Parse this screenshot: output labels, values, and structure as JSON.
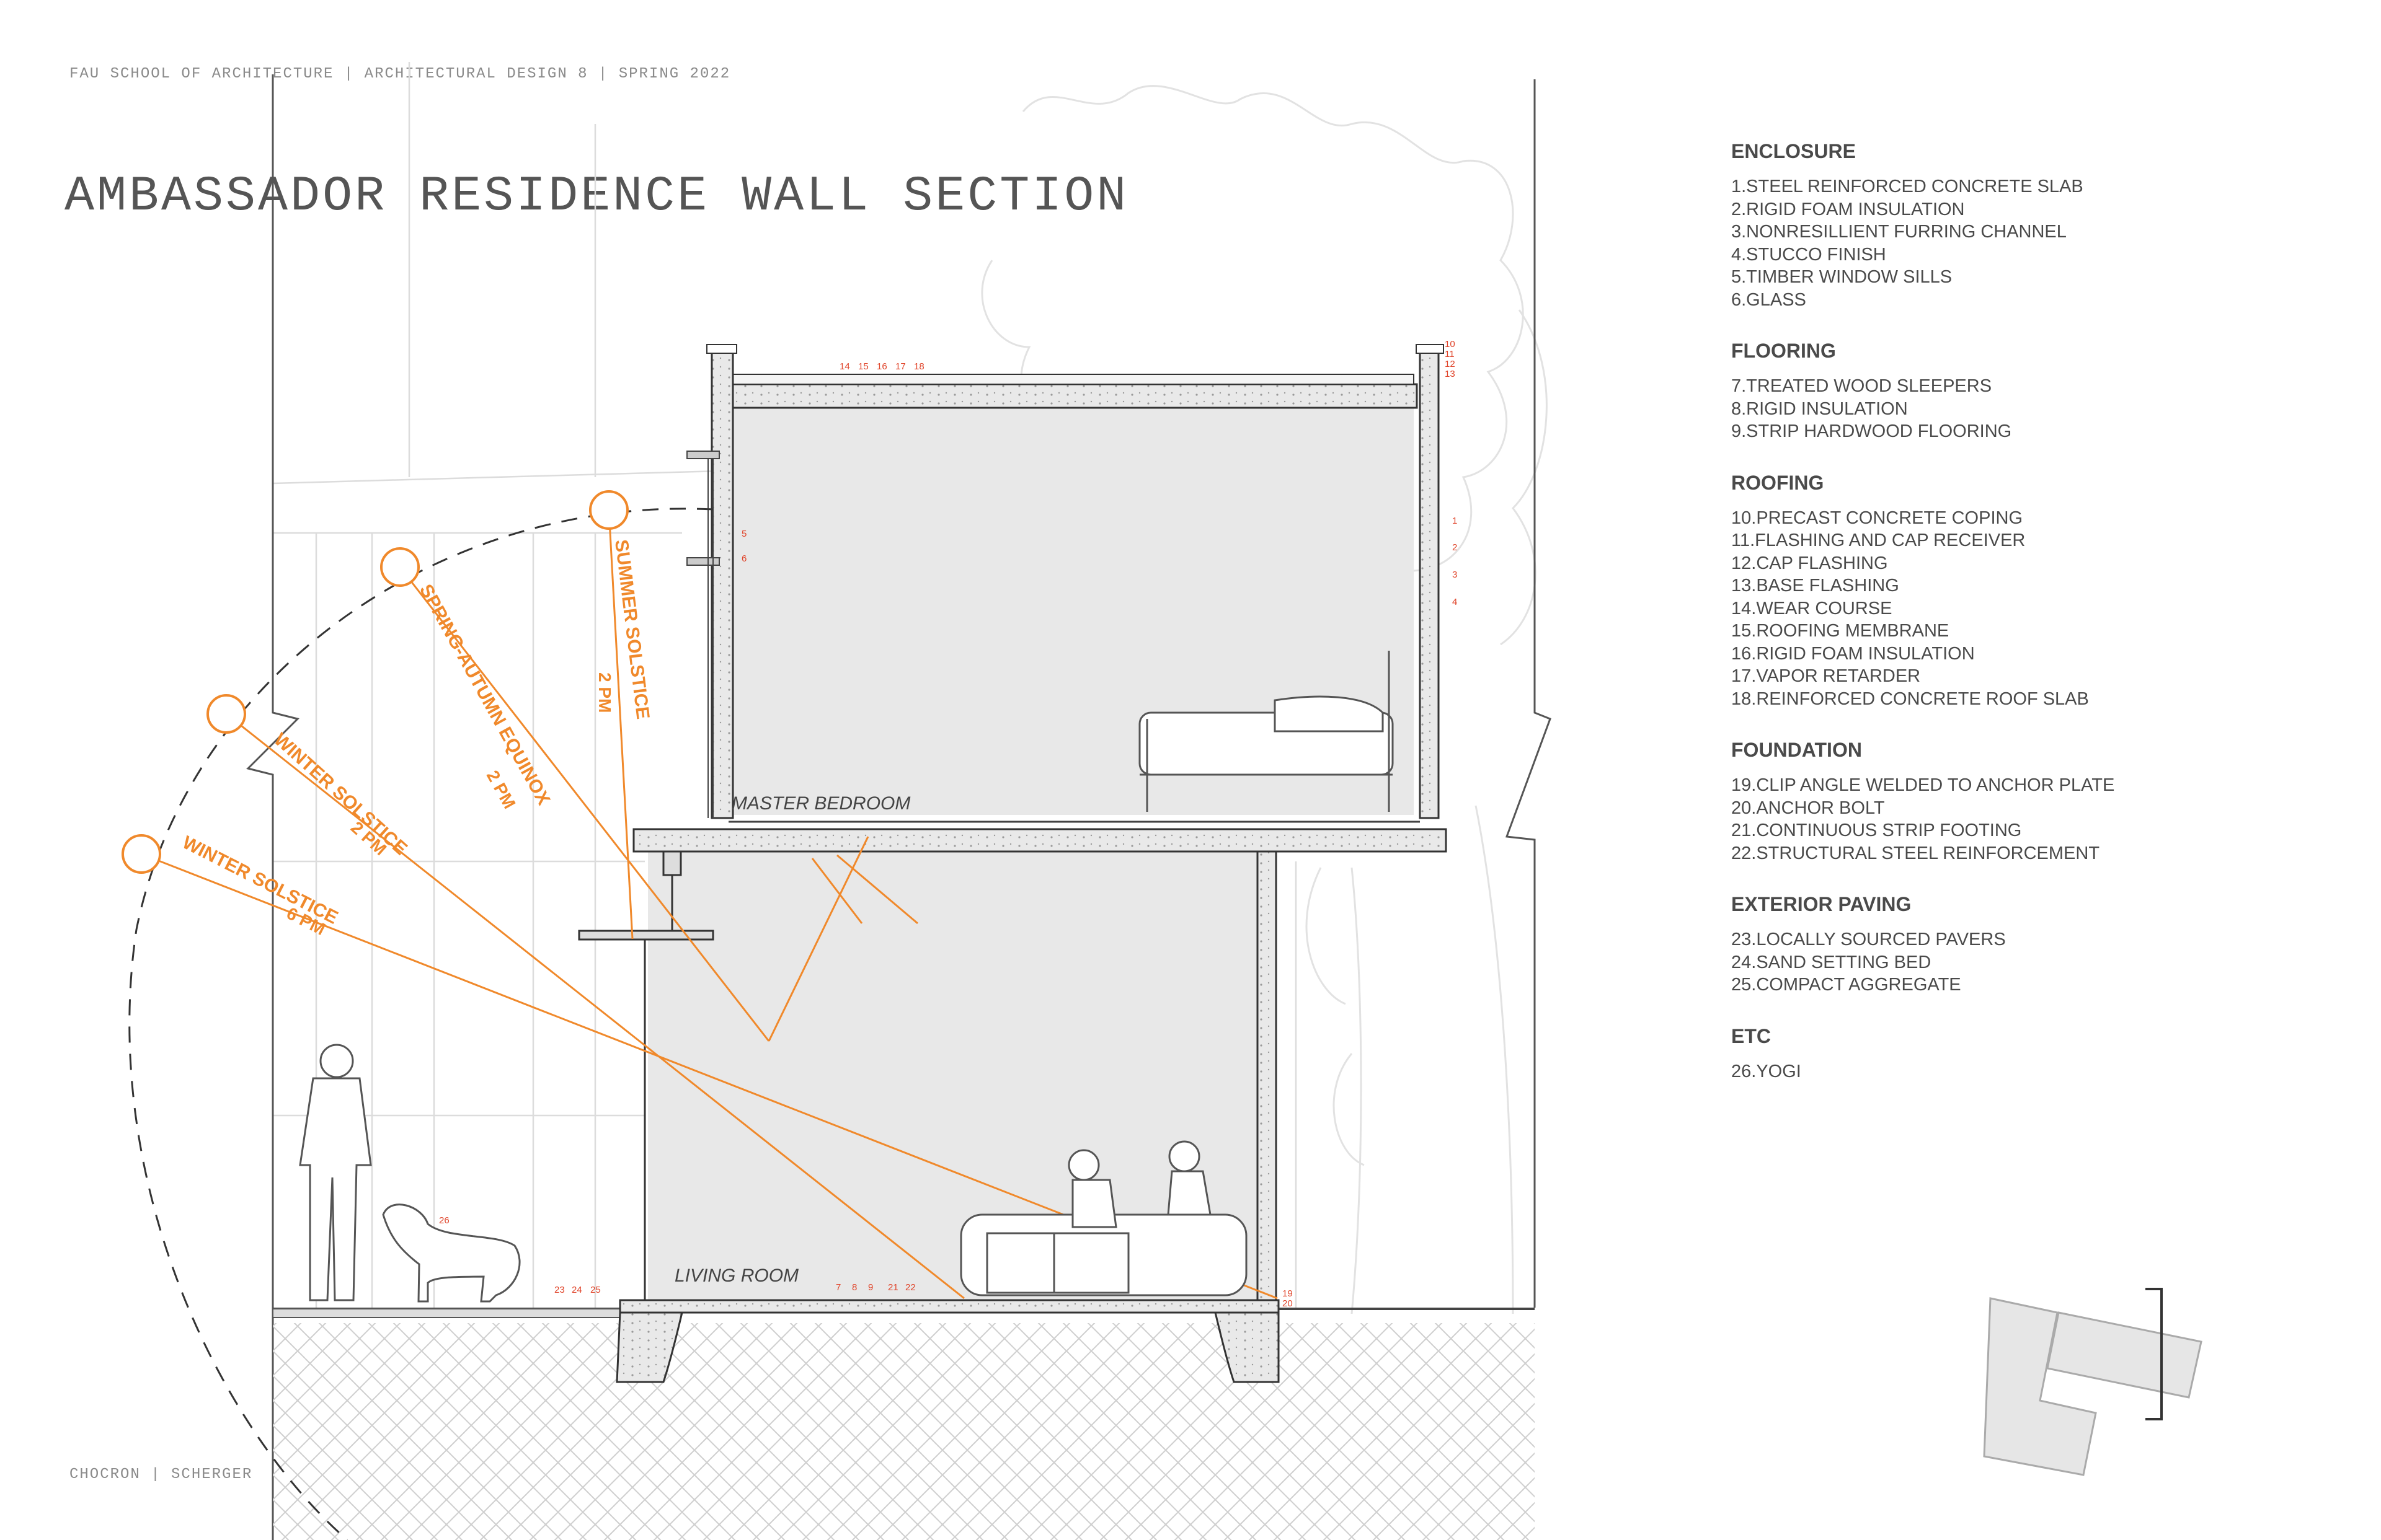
{
  "header": "FAU SCHOOL OF ARCHITECTURE | ARCHITECTURAL DESIGN 8 | SPRING 2022",
  "title": "AMBASSADOR RESIDENCE WALL SECTION",
  "authors": "CHOCRON | SCHERGER",
  "colors": {
    "accent": "#f0892b",
    "ink": "#333333",
    "fill": "#e6e6e6",
    "ground_hatch": "#c9c9c9"
  },
  "rooms": {
    "upper": "MASTER BEDROOM",
    "lower": "LIVING ROOM"
  },
  "sun_paths": [
    {
      "name": "SUMMER SOLSTICE",
      "time": "2 PM"
    },
    {
      "name": "SPRING-AUTUMN EQUINOX",
      "time": "2 PM"
    },
    {
      "name": "WINTER SOLSTICE",
      "time": "2 PM"
    },
    {
      "name": "WINTER SOLSTICE",
      "time": "6 PM"
    }
  ],
  "callouts": [
    "1",
    "2",
    "3",
    "4",
    "5",
    "6",
    "7",
    "8",
    "9",
    "10",
    "11",
    "12",
    "13",
    "14",
    "15",
    "16",
    "17",
    "18",
    "19",
    "20",
    "21",
    "22",
    "23",
    "24",
    "25",
    "26"
  ],
  "legend": [
    {
      "heading": "ENCLOSURE",
      "items": [
        "1.STEEL REINFORCED CONCRETE SLAB",
        "2.RIGID FOAM INSULATION",
        "3.NONRESILLIENT FURRING CHANNEL",
        "4.STUCCO FINISH",
        "5.TIMBER WINDOW SILLS",
        "6.GLASS"
      ]
    },
    {
      "heading": "FLOORING",
      "items": [
        "7.TREATED WOOD SLEEPERS",
        "8.RIGID INSULATION",
        "9.STRIP HARDWOOD FLOORING"
      ]
    },
    {
      "heading": "ROOFING",
      "items": [
        "10.PRECAST CONCRETE COPING",
        "11.FLASHING AND CAP RECEIVER",
        "12.CAP FLASHING",
        "13.BASE FLASHING",
        "14.WEAR COURSE",
        "15.ROOFING MEMBRANE",
        "16.RIGID FOAM INSULATION",
        "17.VAPOR RETARDER",
        "18.REINFORCED CONCRETE ROOF SLAB"
      ]
    },
    {
      "heading": "FOUNDATION",
      "items": [
        "19.CLIP ANGLE WELDED TO ANCHOR PLATE",
        "20.ANCHOR BOLT",
        "21.CONTINUOUS STRIP FOOTING",
        "22.STRUCTURAL STEEL REINFORCEMENT"
      ]
    },
    {
      "heading": "EXTERIOR PAVING",
      "items": [
        "23.LOCALLY SOURCED PAVERS",
        "24.SAND SETTING BED",
        "25.COMPACT AGGREGATE"
      ]
    },
    {
      "heading": "ETC",
      "items": [
        "26.YOGI"
      ]
    }
  ]
}
